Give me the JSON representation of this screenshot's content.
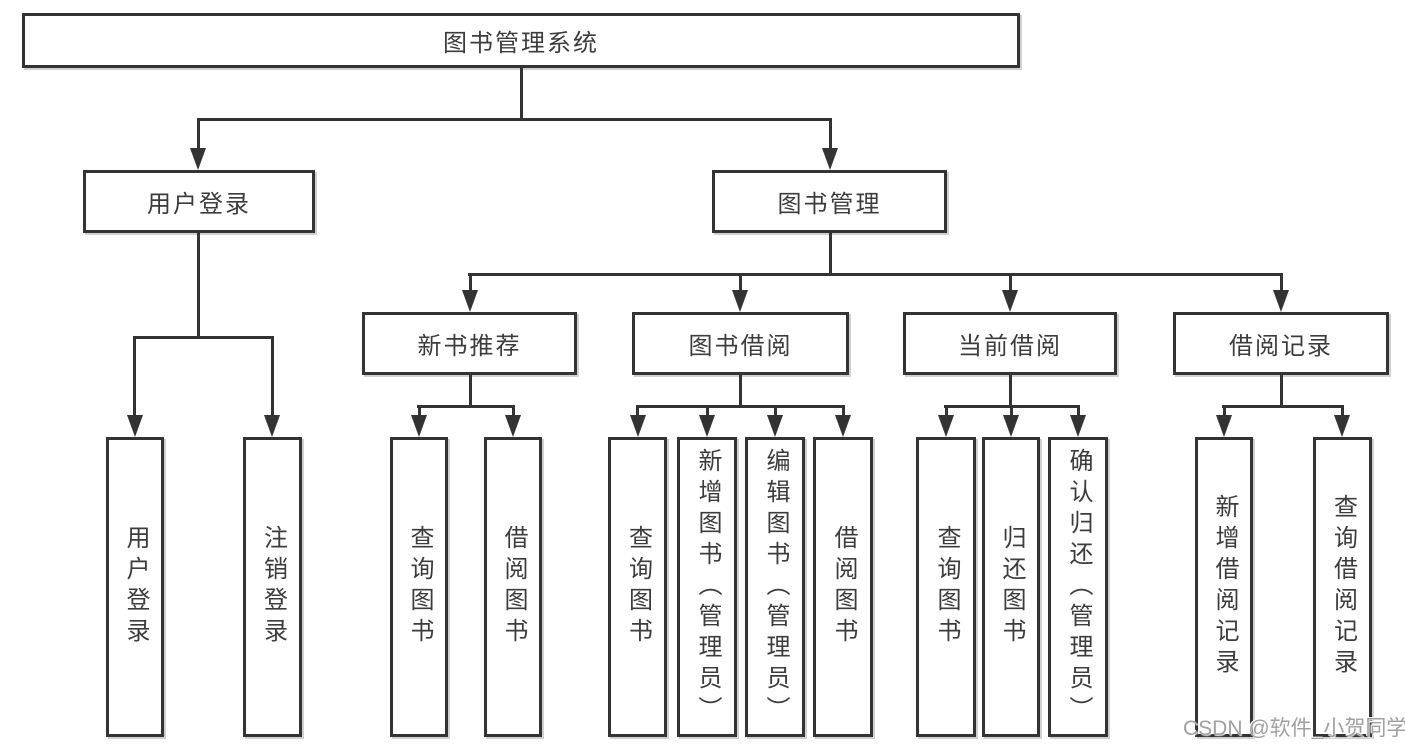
{
  "diagram": {
    "root": "图书管理系统",
    "level2": {
      "user_login": "用户登录",
      "book_management": "图书管理"
    },
    "user_login_children": [
      "用户登录",
      "注销登录"
    ],
    "management_groups": [
      {
        "label": "新书推荐",
        "children": [
          "查询图书",
          "借阅图书"
        ]
      },
      {
        "label": "图书借阅",
        "children": [
          "查询图书",
          "新增图书（管理员）",
          "编辑图书（管理员）",
          "借阅图书"
        ]
      },
      {
        "label": "当前借阅",
        "children": [
          "查询图书",
          "归还图书",
          "确认归还（管理员）"
        ]
      },
      {
        "label": "借阅记录",
        "children": [
          "新增借阅记录",
          "查询借阅记录"
        ]
      }
    ],
    "watermark": "CSDN @软件_小贺同学"
  },
  "colors": {
    "line": "#333333",
    "box_border": "#333333",
    "text": "#3c3c3c",
    "watermark": "#a0a0a0",
    "background": "#ffffff"
  }
}
